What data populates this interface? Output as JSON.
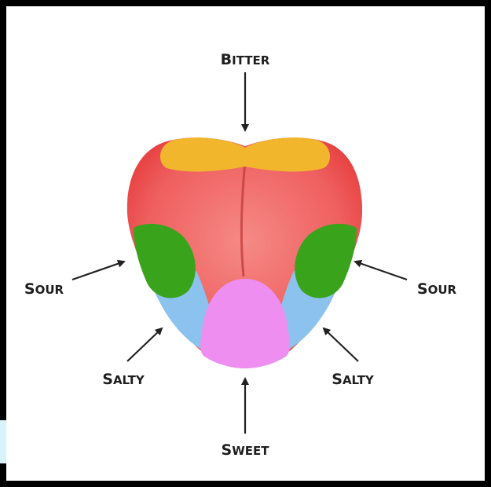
{
  "labels": {
    "bitter": {
      "initial": "B",
      "rest": "ITTER"
    },
    "sour_left": {
      "initial": "S",
      "rest": "OUR"
    },
    "sour_right": {
      "initial": "S",
      "rest": "OUR"
    },
    "salty_left": {
      "initial": "S",
      "rest": "ALTY"
    },
    "salty_right": {
      "initial": "S",
      "rest": "ALTY"
    },
    "sweet": {
      "initial": "S",
      "rest": "WEET"
    }
  },
  "regions": [
    {
      "name": "bitter",
      "color": "#f1b62b"
    },
    {
      "name": "sour",
      "color": "#3aa31c"
    },
    {
      "name": "salty",
      "color": "#8cc3ee"
    },
    {
      "name": "sweet",
      "color": "#ee8ef0"
    },
    {
      "name": "tongue-body",
      "color": "#f05a5a"
    }
  ]
}
